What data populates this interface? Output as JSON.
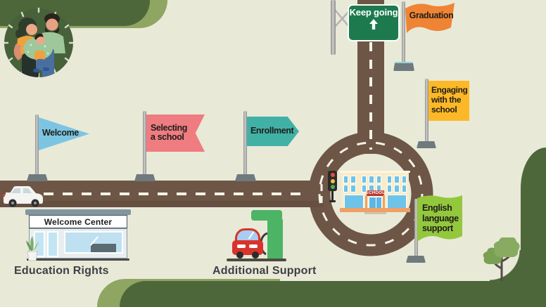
{
  "title": "School journey roadmap infographic",
  "palette": {
    "background": "#e9e9d8",
    "band_green": "#4d673b",
    "band_olive": "#8fa562",
    "road_brown": "#6e5646",
    "road_dash": "#f6f3e6",
    "flag_welcome_blue": "#7cc5e2",
    "flag_selecting_red": "#ee7c80",
    "flag_enrollment_teal": "#41b1a5",
    "sign_green": "#1d7a4f",
    "flag_graduation_orange": "#ef8434",
    "flag_engaging_yellow": "#fcb826",
    "flag_english_green": "#93c83d",
    "text_dark": "#1f1d1a"
  },
  "flags": {
    "welcome": {
      "label": "Welcome",
      "color": "#7cc5e2"
    },
    "selecting": {
      "label": "Selecting a school",
      "color": "#ee7c80"
    },
    "enrollment": {
      "label": "Enrollment",
      "color": "#41b1a5"
    },
    "graduation": {
      "label": "Graduation",
      "color": "#ef8434"
    },
    "engaging": {
      "label": "Engaging with the school",
      "color": "#fcb826"
    },
    "english": {
      "label": "English language support",
      "color": "#93c83d"
    }
  },
  "road_sign": {
    "label": "Keep going"
  },
  "welcome_center": {
    "sign": "Welcome Center",
    "caption": "Education Rights"
  },
  "gas_station": {
    "caption": "Additional Support"
  },
  "school": {
    "sign": "SCHOOL"
  },
  "icons": [
    "family-illustration",
    "white-car-icon",
    "traffic-light-icon",
    "school-building-icon",
    "storefront-icon",
    "plant-icon",
    "gas-pump-icon",
    "red-car-icon",
    "tree-icon",
    "up-arrow-icon"
  ]
}
